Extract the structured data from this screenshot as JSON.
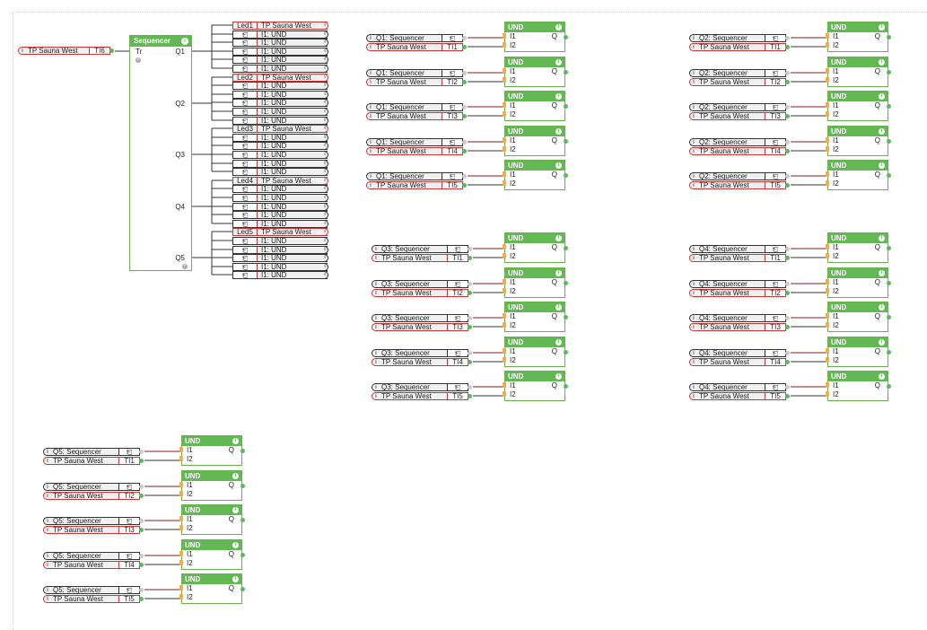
{
  "source": {
    "label": "TP Sauna West",
    "suffix": "TI6"
  },
  "sequencer": {
    "title": "Sequencer",
    "input": "Tr",
    "outputs": [
      "Q1",
      "Q2",
      "Q3",
      "Q4",
      "Q5"
    ]
  },
  "leds": [
    {
      "id": "Led1",
      "target": "TP Sauna West",
      "items": [
        "I1: UND",
        "I1: UND",
        "I1: UND",
        "I1: UND",
        "I1: UND"
      ]
    },
    {
      "id": "Led2",
      "target": "TP Sauna West",
      "items": [
        "I1: UND",
        "I1: UND",
        "I1: UND",
        "I1: UND",
        "I1: UND"
      ]
    },
    {
      "id": "Led3",
      "target": "TP Sauna West",
      "items": [
        "I1: UND",
        "I1: UND",
        "I1: UND",
        "I1: UND",
        "I1: UND"
      ]
    },
    {
      "id": "Led4",
      "target": "TP Sauna West",
      "items": [
        "I1: UND",
        "I1: UND",
        "I1: UND",
        "I1: UND",
        "I1: UND"
      ]
    },
    {
      "id": "Led5",
      "target": "TP Sauna West",
      "items": [
        "I1: UND",
        "I1: UND",
        "I1: UND",
        "I1: UND",
        "I1: UND"
      ]
    }
  ],
  "und_block": {
    "title": "UND",
    "in1": "I1",
    "in2": "I2",
    "out": "Q"
  },
  "groups": [
    {
      "seq_ref": "Q1: Sequencer",
      "temp_ref": "TP Sauna West",
      "tis": [
        "TI1",
        "TI2",
        "TI3",
        "TI4",
        "TI5"
      ]
    },
    {
      "seq_ref": "Q2: Sequencer",
      "temp_ref": "TP Sauna West",
      "tis": [
        "TI1",
        "TI2",
        "TI3",
        "TI4",
        "TI5"
      ]
    },
    {
      "seq_ref": "Q3: Sequencer",
      "temp_ref": "TP Sauna West",
      "tis": [
        "TI1",
        "TI2",
        "TI3",
        "TI4",
        "TI5"
      ]
    },
    {
      "seq_ref": "Q4: Sequencer",
      "temp_ref": "TP Sauna West",
      "tis": [
        "TI1",
        "TI2",
        "TI3",
        "TI4",
        "TI5"
      ]
    },
    {
      "seq_ref": "Q5: Sequencer",
      "temp_ref": "TP Sauna West",
      "tis": [
        "TI1",
        "TI2",
        "TI3",
        "TI4",
        "TI5"
      ]
    }
  ],
  "colors": {
    "block_green": "#62b954",
    "link_red": "#c33",
    "pin_orange": "#f0ad4e"
  }
}
